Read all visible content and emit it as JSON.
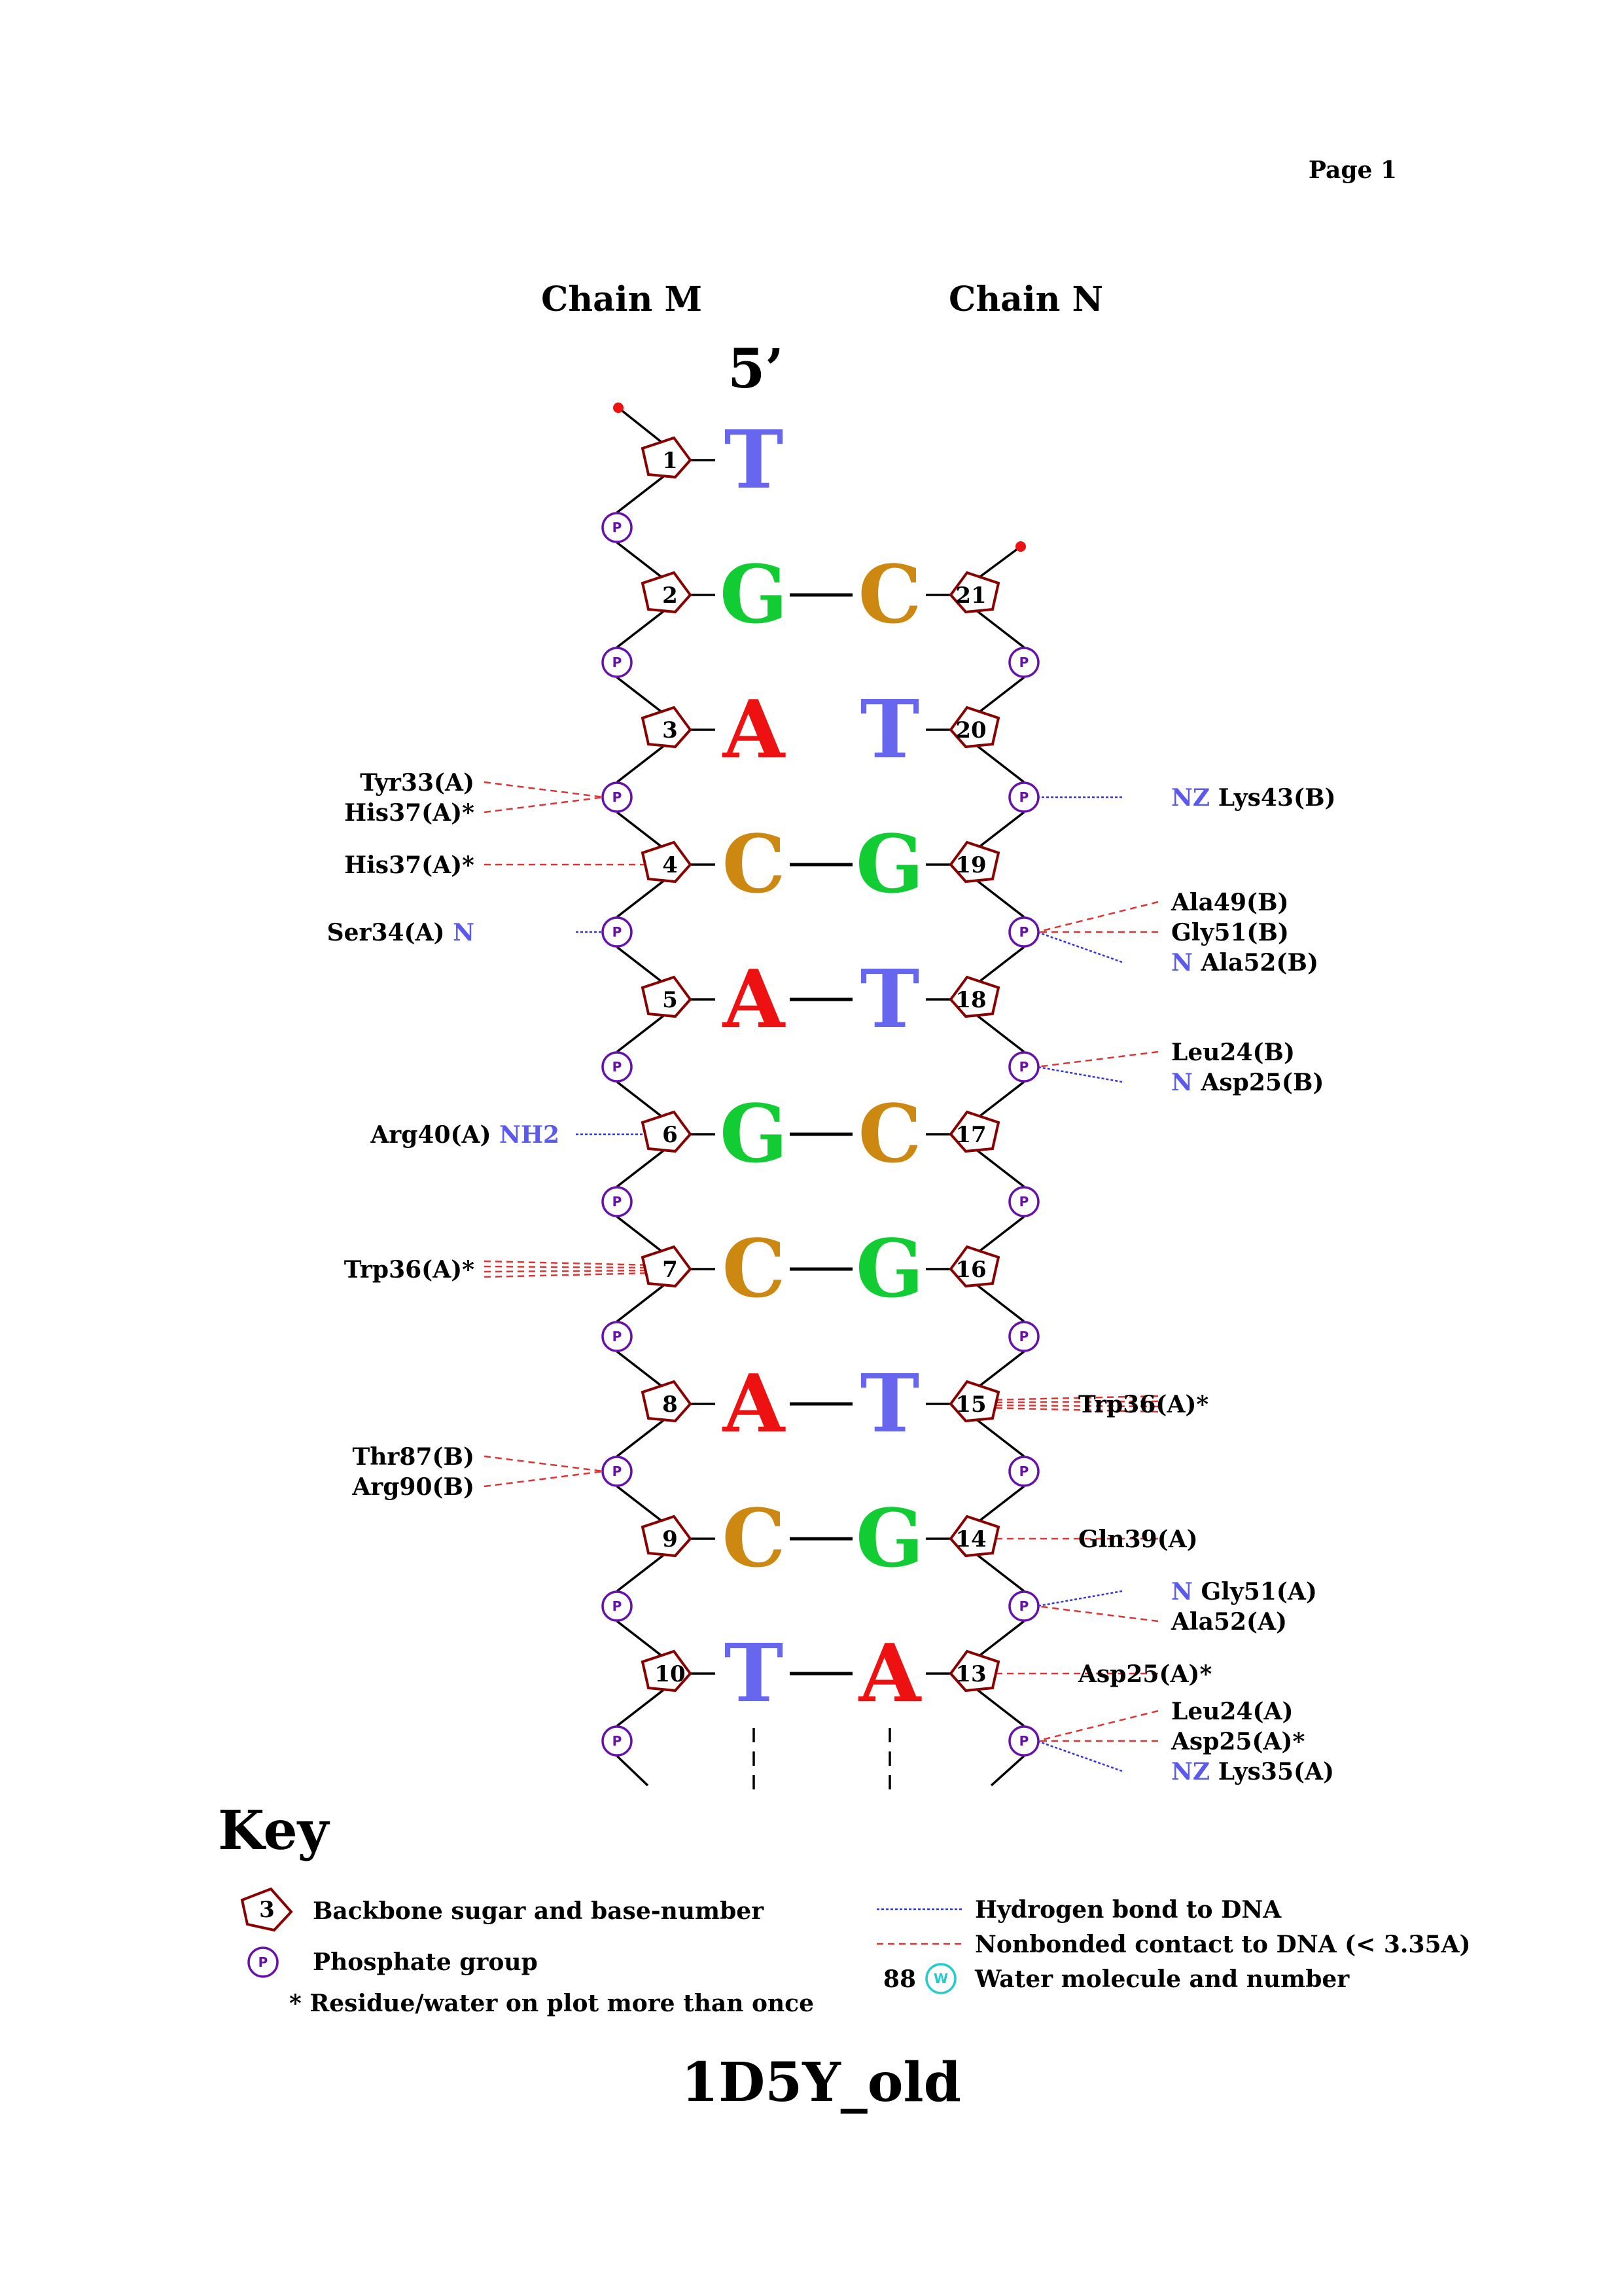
{
  "page_label": "Page 1",
  "chain_left": "Chain M",
  "chain_right": "Chain N",
  "five_prime": "5’",
  "title": "1D5Y_old",
  "phosphate_symbol": "P",
  "colors": {
    "T": "#6666ee",
    "G": "#11cc33",
    "C": "#cc8811",
    "A": "#ee1111",
    "sugar": "#880000",
    "phosphate": "#6611aa",
    "hbond": "#3333dd",
    "nonbonded": "#dd3333",
    "water": "#22cccc",
    "atom": "#5a5aee"
  },
  "left_strand": [
    {
      "num": "1",
      "base": "T"
    },
    {
      "num": "2",
      "base": "G"
    },
    {
      "num": "3",
      "base": "A"
    },
    {
      "num": "4",
      "base": "C"
    },
    {
      "num": "5",
      "base": "A"
    },
    {
      "num": "6",
      "base": "G"
    },
    {
      "num": "7",
      "base": "C"
    },
    {
      "num": "8",
      "base": "A"
    },
    {
      "num": "9",
      "base": "C"
    },
    {
      "num": "10",
      "base": "T"
    }
  ],
  "right_strand": [
    {
      "num": "",
      "base": ""
    },
    {
      "num": "21",
      "base": "C"
    },
    {
      "num": "20",
      "base": "T"
    },
    {
      "num": "19",
      "base": "G"
    },
    {
      "num": "18",
      "base": "T"
    },
    {
      "num": "17",
      "base": "C"
    },
    {
      "num": "16",
      "base": "G"
    },
    {
      "num": "15",
      "base": "T"
    },
    {
      "num": "14",
      "base": "G"
    },
    {
      "num": "13",
      "base": "A"
    }
  ],
  "pair_bonds": [
    false,
    true,
    false,
    true,
    true,
    true,
    true,
    true,
    true,
    true
  ],
  "contacts": [
    {
      "side": "left",
      "level": 2.5,
      "label": "Tyr33(A)",
      "atom": "",
      "type": "nonbonded"
    },
    {
      "side": "left",
      "level": 2.5,
      "label": "His37(A)*",
      "atom": "",
      "type": "nonbonded"
    },
    {
      "side": "left",
      "level": 3,
      "label": "His37(A)*",
      "atom": "",
      "type": "nonbonded"
    },
    {
      "side": "left",
      "level": 3.5,
      "label": "Ser34(A)",
      "atom": "N",
      "type": "hbond"
    },
    {
      "side": "left",
      "level": 5,
      "label": "Arg40(A)",
      "atom": "NH2",
      "type": "hbond"
    },
    {
      "side": "left",
      "level": 6,
      "label": "Trp36(A)*",
      "atom": "",
      "type": "nonbonded"
    },
    {
      "side": "left",
      "level": 7.5,
      "label": "Thr87(B)",
      "atom": "",
      "type": "nonbonded"
    },
    {
      "side": "left",
      "level": 7.5,
      "label": "Arg90(B)",
      "atom": "",
      "type": "nonbonded"
    },
    {
      "side": "right",
      "level": 2.5,
      "label": "Lys43(B)",
      "atom": "NZ",
      "type": "hbond"
    },
    {
      "side": "right",
      "level": 3.5,
      "label": "Ala49(B)",
      "atom": "",
      "type": "nonbonded"
    },
    {
      "side": "right",
      "level": 3.5,
      "label": "Gly51(B)",
      "atom": "",
      "type": "nonbonded"
    },
    {
      "side": "right",
      "level": 3.5,
      "label": "Ala52(B)",
      "atom": "N",
      "type": "hbond"
    },
    {
      "side": "right",
      "level": 4.5,
      "label": "Leu24(B)",
      "atom": "",
      "type": "nonbonded"
    },
    {
      "side": "right",
      "level": 4.5,
      "label": "Asp25(B)",
      "atom": "N",
      "type": "hbond"
    },
    {
      "side": "right",
      "level": 7,
      "label": "Trp36(A)*",
      "atom": "",
      "type": "nonbonded"
    },
    {
      "side": "right",
      "level": 8,
      "label": "Gln39(A)",
      "atom": "",
      "type": "nonbonded"
    },
    {
      "side": "right",
      "level": 8.5,
      "label": "Gly51(A)",
      "atom": "N",
      "type": "hbond"
    },
    {
      "side": "right",
      "level": 8.5,
      "label": "Ala52(A)",
      "atom": "",
      "type": "nonbonded"
    },
    {
      "side": "right",
      "level": 9,
      "label": "Asp25(A)*",
      "atom": "",
      "type": "nonbonded"
    },
    {
      "side": "right",
      "level": 9.5,
      "label": "Leu24(A)",
      "atom": "",
      "type": "nonbonded"
    },
    {
      "side": "right",
      "level": 9.5,
      "label": "Asp25(A)*",
      "atom": "",
      "type": "nonbonded"
    },
    {
      "side": "right",
      "level": 9.5,
      "label": "Lys35(A)",
      "atom": "NZ",
      "type": "hbond"
    }
  ],
  "key": {
    "title": "Key",
    "sugar_sample_number": "3",
    "sugar_text": "Backbone sugar and base-number",
    "phosphate_text": "Phosphate group",
    "multi_text": "* Residue/water on plot more than once",
    "hbond_text": "Hydrogen bond to DNA",
    "nonbonded_text": "Nonbonded contact to DNA (< 3.35A)",
    "water_number": "88",
    "water_symbol": "W",
    "water_text": "Water molecule and number"
  }
}
